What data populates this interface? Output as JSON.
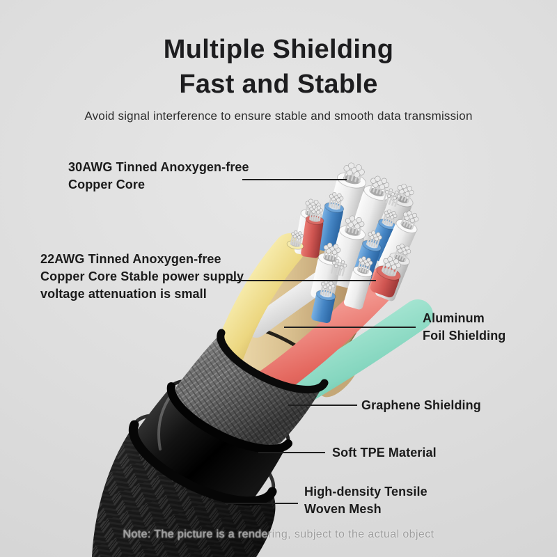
{
  "header": {
    "title_line1": "Multiple Shielding",
    "title_line2": "Fast and Stable",
    "subtitle": "Avoid signal interference to ensure stable and smooth data transmission"
  },
  "callouts": {
    "core30": {
      "line1": "30AWG Tinned Anoxygen-free",
      "line2": "Copper Core"
    },
    "core22": {
      "line1": "22AWG Tinned Anoxygen-free",
      "line2": "Copper Core Stable power supply",
      "line3": "voltage attenuation is small"
    },
    "foil": {
      "line1": "Aluminum",
      "line2": "Foil Shielding"
    },
    "graphene": {
      "line1": "Graphene Shielding"
    },
    "tpe": {
      "line1": "Soft TPE Material"
    },
    "mesh": {
      "line1": "High-density Tensile",
      "line2": "Woven Mesh"
    }
  },
  "note": "Note: The picture is a rendering, subject to the actual object",
  "colors": {
    "background": "#dedede",
    "text": "#1b1b1b",
    "leader_line": "#1f1f1f",
    "wire_white": "#f1f1f1",
    "wire_blue": "#3e83c6",
    "wire_red": "#d95a54",
    "wire_yellow": "#eed77e",
    "wire_teal": "#85d6bf",
    "foil_gold": "#d9c08f",
    "graphene_gray": "#777777",
    "tpe_black": "#111111",
    "mesh_black": "#1d1d1d",
    "tinned_copper": "#e9e9e9"
  }
}
